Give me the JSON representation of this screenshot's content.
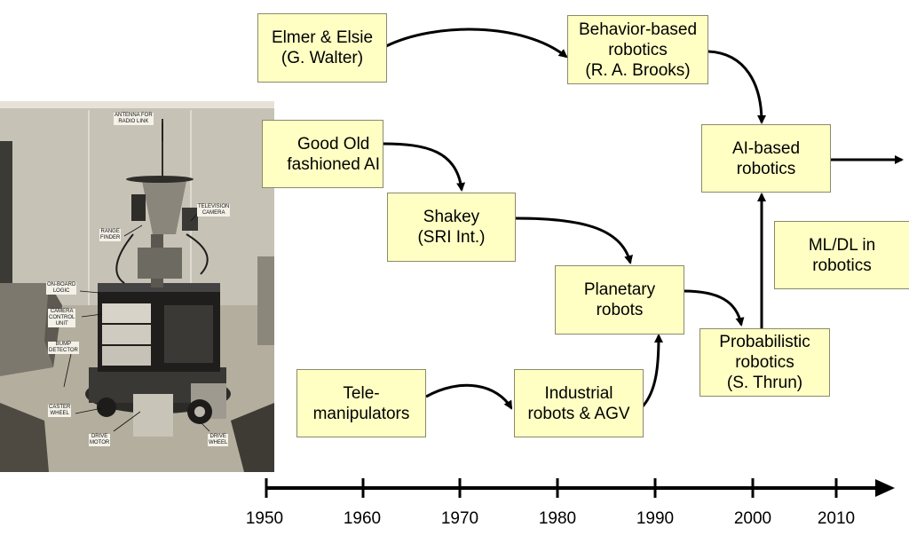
{
  "nodes": {
    "elmer_elsie": "Elmer & Elsie\n(G. Walter)",
    "behavior_based": "Behavior-based\nrobotics\n(R. A. Brooks)",
    "gofai": "Good Old\nfashioned AI",
    "ai_based": "AI-based\nrobotics",
    "shakey": "Shakey\n(SRI Int.)",
    "ml_dl": "ML/DL in\nrobotics",
    "planetary": "Planetary\nrobots",
    "probabilistic": "Probabilistic\nrobotics\n(S. Thrun)",
    "telemanipulators": "Tele-\nmanipulators",
    "industrial": "Industrial\nrobots & AGV"
  },
  "timeline": {
    "ticks": [
      "1950",
      "1960",
      "1970",
      "1980",
      "1990",
      "2000",
      "2010"
    ]
  },
  "photo_labels": {
    "antenna": "ANTENNA FOR\nRADIO LINK",
    "television": "TELEVISION\nCAMERA",
    "range_finder": "RANGE\nFINDER",
    "on_board": "ON-BOARD\nLOGIC",
    "camera_control": "CAMERA\nCONTROL\nUNIT",
    "bump": "BUMP\nDETECTOR",
    "caster": "CASTER\nWHEEL",
    "drive_motor": "DRIVE\nMOTOR",
    "drive_wheel": "DRIVE\nWHEEL"
  },
  "colors": {
    "box_fill": "#ffffc4",
    "box_border": "#8a8a6a",
    "arrow": "#000000"
  }
}
